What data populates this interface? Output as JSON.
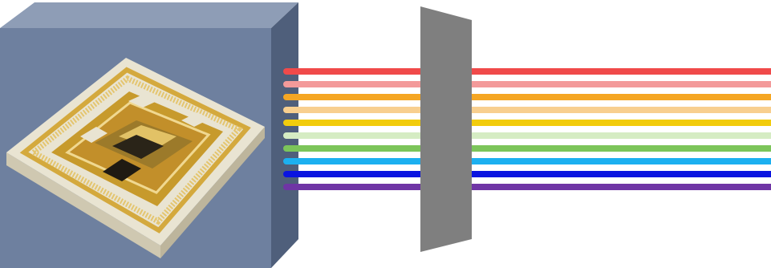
{
  "diagram": {
    "box": {
      "front_color": "#6e809f",
      "top_color": "#8e9db6",
      "side_color": "#4f5f7b"
    },
    "chip": {
      "substrate_color": "#e9e4d2",
      "gold_color": "#d4a93d",
      "pad_color": "#c79a2c"
    },
    "filter": {
      "color": "#7f7f7f"
    },
    "beams": [
      {
        "name": "red",
        "color": "#f04a4a"
      },
      {
        "name": "light-red",
        "color": "#f39a9a"
      },
      {
        "name": "orange",
        "color": "#f5a623"
      },
      {
        "name": "light-orange",
        "color": "#f8cf8f"
      },
      {
        "name": "yellow",
        "color": "#f2cc0c"
      },
      {
        "name": "light-green",
        "color": "#d5ecc3"
      },
      {
        "name": "green",
        "color": "#7cc55a"
      },
      {
        "name": "cyan",
        "color": "#1cb0f0"
      },
      {
        "name": "blue",
        "color": "#0a14e0"
      },
      {
        "name": "purple",
        "color": "#6f35a5"
      }
    ]
  }
}
